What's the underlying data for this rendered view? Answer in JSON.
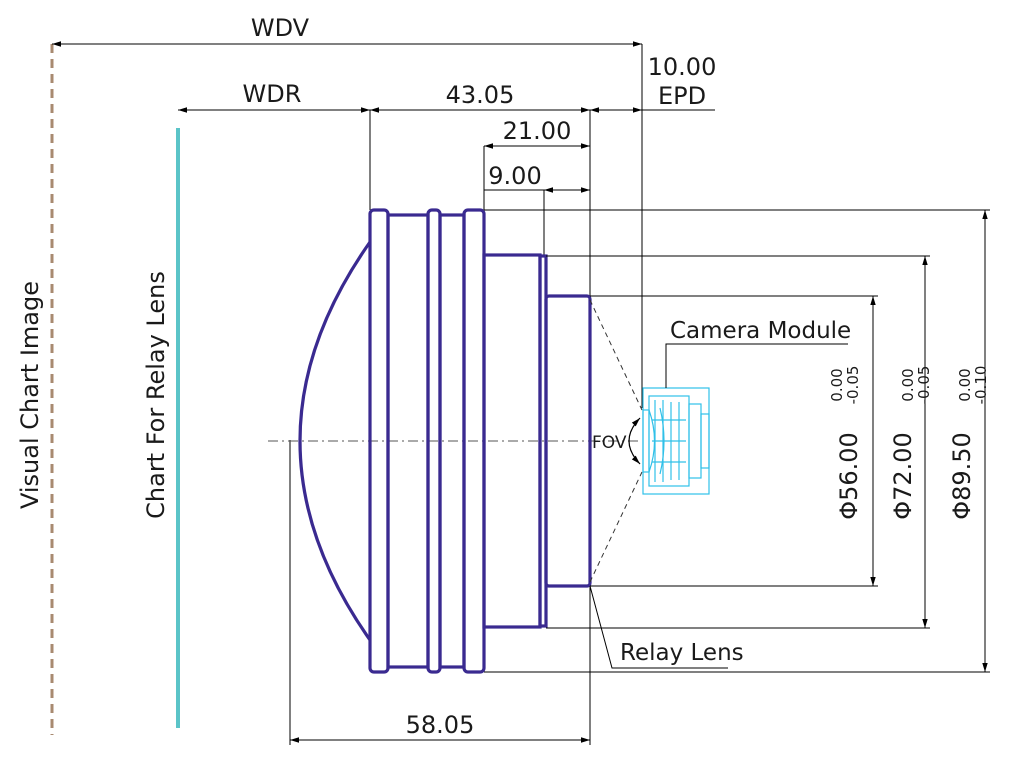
{
  "dimensions": {
    "wdv": "WDV",
    "wdr": "WDR",
    "d43": "43.05",
    "d21": "21.00",
    "d9": "9.00",
    "d10": "10.00",
    "epd": "EPD",
    "d58": "58.05"
  },
  "labels": {
    "visual_chart": "Visual Chart Image",
    "relay_chart": "Chart For Relay Lens",
    "camera_module": "Camera Module",
    "relay_lens": "Relay Lens",
    "fov": "FOV"
  },
  "diameters": [
    {
      "value": "Φ56.00",
      "tol_upper": "0.00",
      "tol_lower": "-0.05"
    },
    {
      "value": "Φ72.00",
      "tol_upper": "0.00",
      "tol_lower": "-0.05"
    },
    {
      "value": "Φ89.50",
      "tol_upper": "0.00",
      "tol_lower": "-0.10"
    }
  ],
  "colors": {
    "lens": "#3a2a90",
    "relay_chart": "#5bc4c8",
    "visual_chart": "#a88a70",
    "camera": "#30c0e8"
  }
}
